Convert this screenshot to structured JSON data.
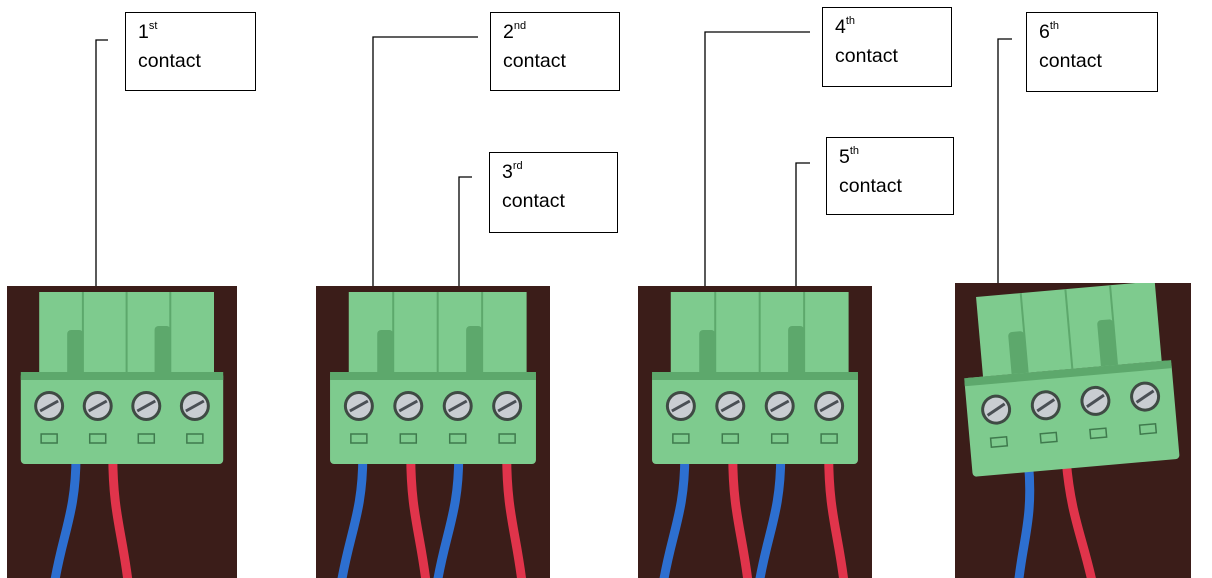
{
  "colors": {
    "connector_green": "#7ecb8e",
    "connector_shade": "#5da86c",
    "background_dark": "#3b1d19",
    "wire_blue": "#2d6fd0",
    "wire_red": "#e0344b",
    "screw_metal": "#c9cdd2"
  },
  "callouts": [
    {
      "number": "1",
      "suffix": "st",
      "word": "contact"
    },
    {
      "number": "2",
      "suffix": "nd",
      "word": "contact"
    },
    {
      "number": "3",
      "suffix": "rd",
      "word": "contact"
    },
    {
      "number": "4",
      "suffix": "th",
      "word": "contact"
    },
    {
      "number": "5",
      "suffix": "th",
      "word": "contact"
    },
    {
      "number": "6",
      "suffix": "th",
      "word": "contact"
    }
  ],
  "photos": [
    {
      "wires": [
        "blue",
        "red"
      ]
    },
    {
      "wires": [
        "blue",
        "red",
        "blue",
        "red"
      ]
    },
    {
      "wires": [
        "blue",
        "red",
        "blue",
        "red"
      ]
    },
    {
      "wires": [
        "blue",
        "red"
      ]
    }
  ]
}
